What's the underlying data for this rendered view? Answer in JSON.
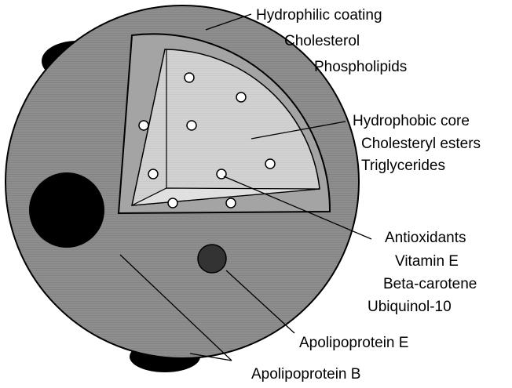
{
  "labels": {
    "hydrophilic_coating": "Hydrophilic coating",
    "cholesterol": "Cholesterol",
    "phospholipids": "Phospholipids",
    "hydrophobic_core": "Hydrophobic core",
    "cholesteryl_esters": "Cholesteryl esters",
    "triglycerides": "Triglycerides",
    "antioxidants": "Antioxidants",
    "vitamin_e": "Vitamin E",
    "beta_carotene": "Beta-carotene",
    "ubiquinol_10": "Ubiquinol-10",
    "apolipoprotein_e": "Apolipoprotein E",
    "apolipoprotein_b": "Apolipoprotein B"
  },
  "colors": {
    "sphere": "#8c8c8c",
    "coating": "#a8a8a8",
    "core": "#cfcfcf",
    "apo_b": "#000000",
    "apo_e": "#303030",
    "antioxidant": "#ffffff"
  }
}
